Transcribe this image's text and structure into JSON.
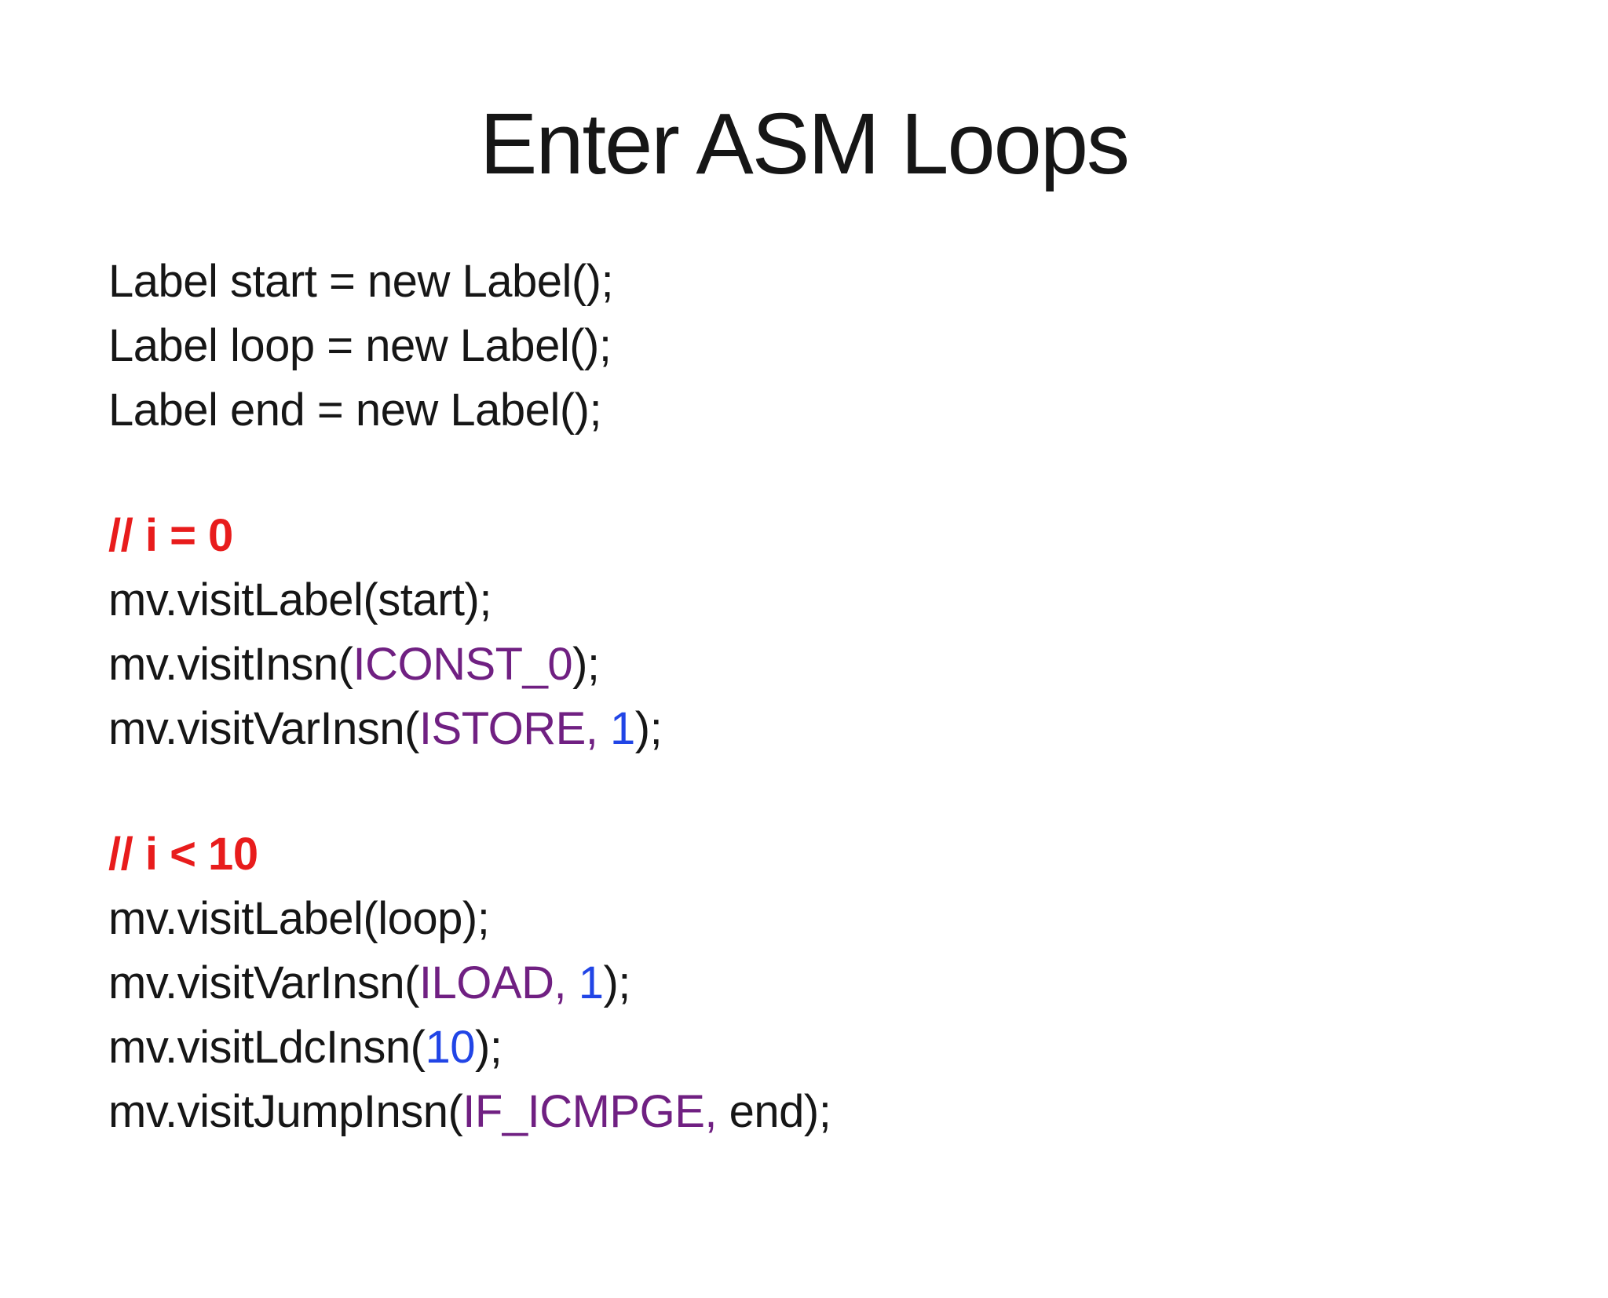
{
  "title": "Enter ASM Loops",
  "colors": {
    "background": "#ffffff",
    "text": "#161616",
    "comment": "#e81c1c",
    "opcode": "#702082",
    "number": "#2145e6"
  },
  "code_blocks": [
    {
      "name": "label-declarations",
      "lines": [
        [
          {
            "text": "Label start = new Label();",
            "color": "text"
          }
        ],
        [
          {
            "text": "Label loop = new Label();",
            "color": "text"
          }
        ],
        [
          {
            "text": "Label end = new Label();",
            "color": "text"
          }
        ]
      ]
    },
    {
      "name": "init-i-equals-0",
      "lines": [
        [
          {
            "text": "// i = 0",
            "color": "comment"
          }
        ],
        [
          {
            "text": "mv.visitLabel(start);",
            "color": "text"
          }
        ],
        [
          {
            "text": "mv.visitInsn(",
            "color": "text"
          },
          {
            "text": "ICONST_0",
            "color": "opcode"
          },
          {
            "text": ");",
            "color": "text"
          }
        ],
        [
          {
            "text": "mv.visitVarInsn(",
            "color": "text"
          },
          {
            "text": "ISTORE,",
            "color": "opcode"
          },
          {
            "text": " ",
            "color": "text"
          },
          {
            "text": "1",
            "color": "number"
          },
          {
            "text": ");",
            "color": "text"
          }
        ]
      ]
    },
    {
      "name": "condition-i-less-than-10",
      "lines": [
        [
          {
            "text": "// i < 10",
            "color": "comment"
          }
        ],
        [
          {
            "text": "mv.visitLabel(loop);",
            "color": "text"
          }
        ],
        [
          {
            "text": "mv.visitVarInsn(",
            "color": "text"
          },
          {
            "text": "ILOAD,",
            "color": "opcode"
          },
          {
            "text": " ",
            "color": "text"
          },
          {
            "text": "1",
            "color": "number"
          },
          {
            "text": ");",
            "color": "text"
          }
        ],
        [
          {
            "text": "mv.visitLdcInsn(",
            "color": "text"
          },
          {
            "text": "10",
            "color": "number"
          },
          {
            "text": ");",
            "color": "text"
          }
        ],
        [
          {
            "text": "mv.visitJumpInsn(",
            "color": "text"
          },
          {
            "text": "IF_ICMPGE,",
            "color": "opcode"
          },
          {
            "text": " end);",
            "color": "text"
          }
        ]
      ]
    }
  ]
}
